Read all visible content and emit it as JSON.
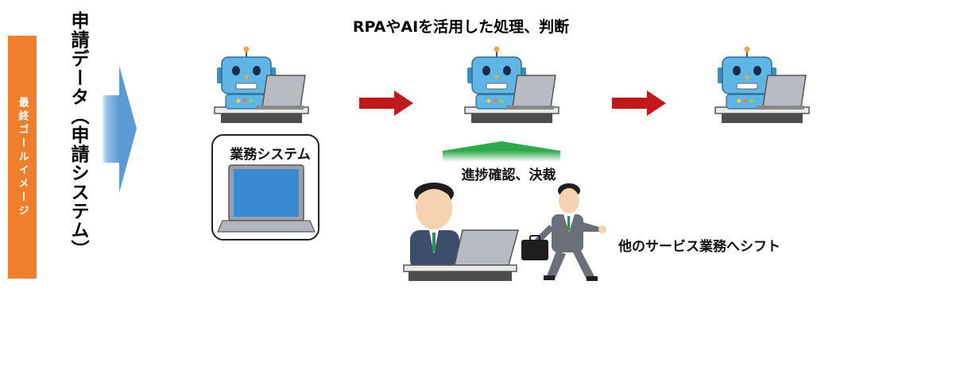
{
  "goal_badge": {
    "label": "最終ゴールイメージ",
    "color": "#ee7f2d"
  },
  "input": {
    "label": "申請データ（申請システム）"
  },
  "title": "RPAやAIを活用した処理、判断",
  "business_system": {
    "label": "業務システム"
  },
  "approval": {
    "label": "進捗確認、決裁"
  },
  "shift": {
    "label": "他のサービス業務へシフト"
  },
  "colors": {
    "big_arrow": "#5b9bd5",
    "red_arrow": "#c0191c",
    "green_arrow": "#2ca24a",
    "robot": "#5fb5e3"
  },
  "icons": [
    "robot-icon",
    "laptop-icon",
    "person-icon",
    "briefcase-icon"
  ]
}
